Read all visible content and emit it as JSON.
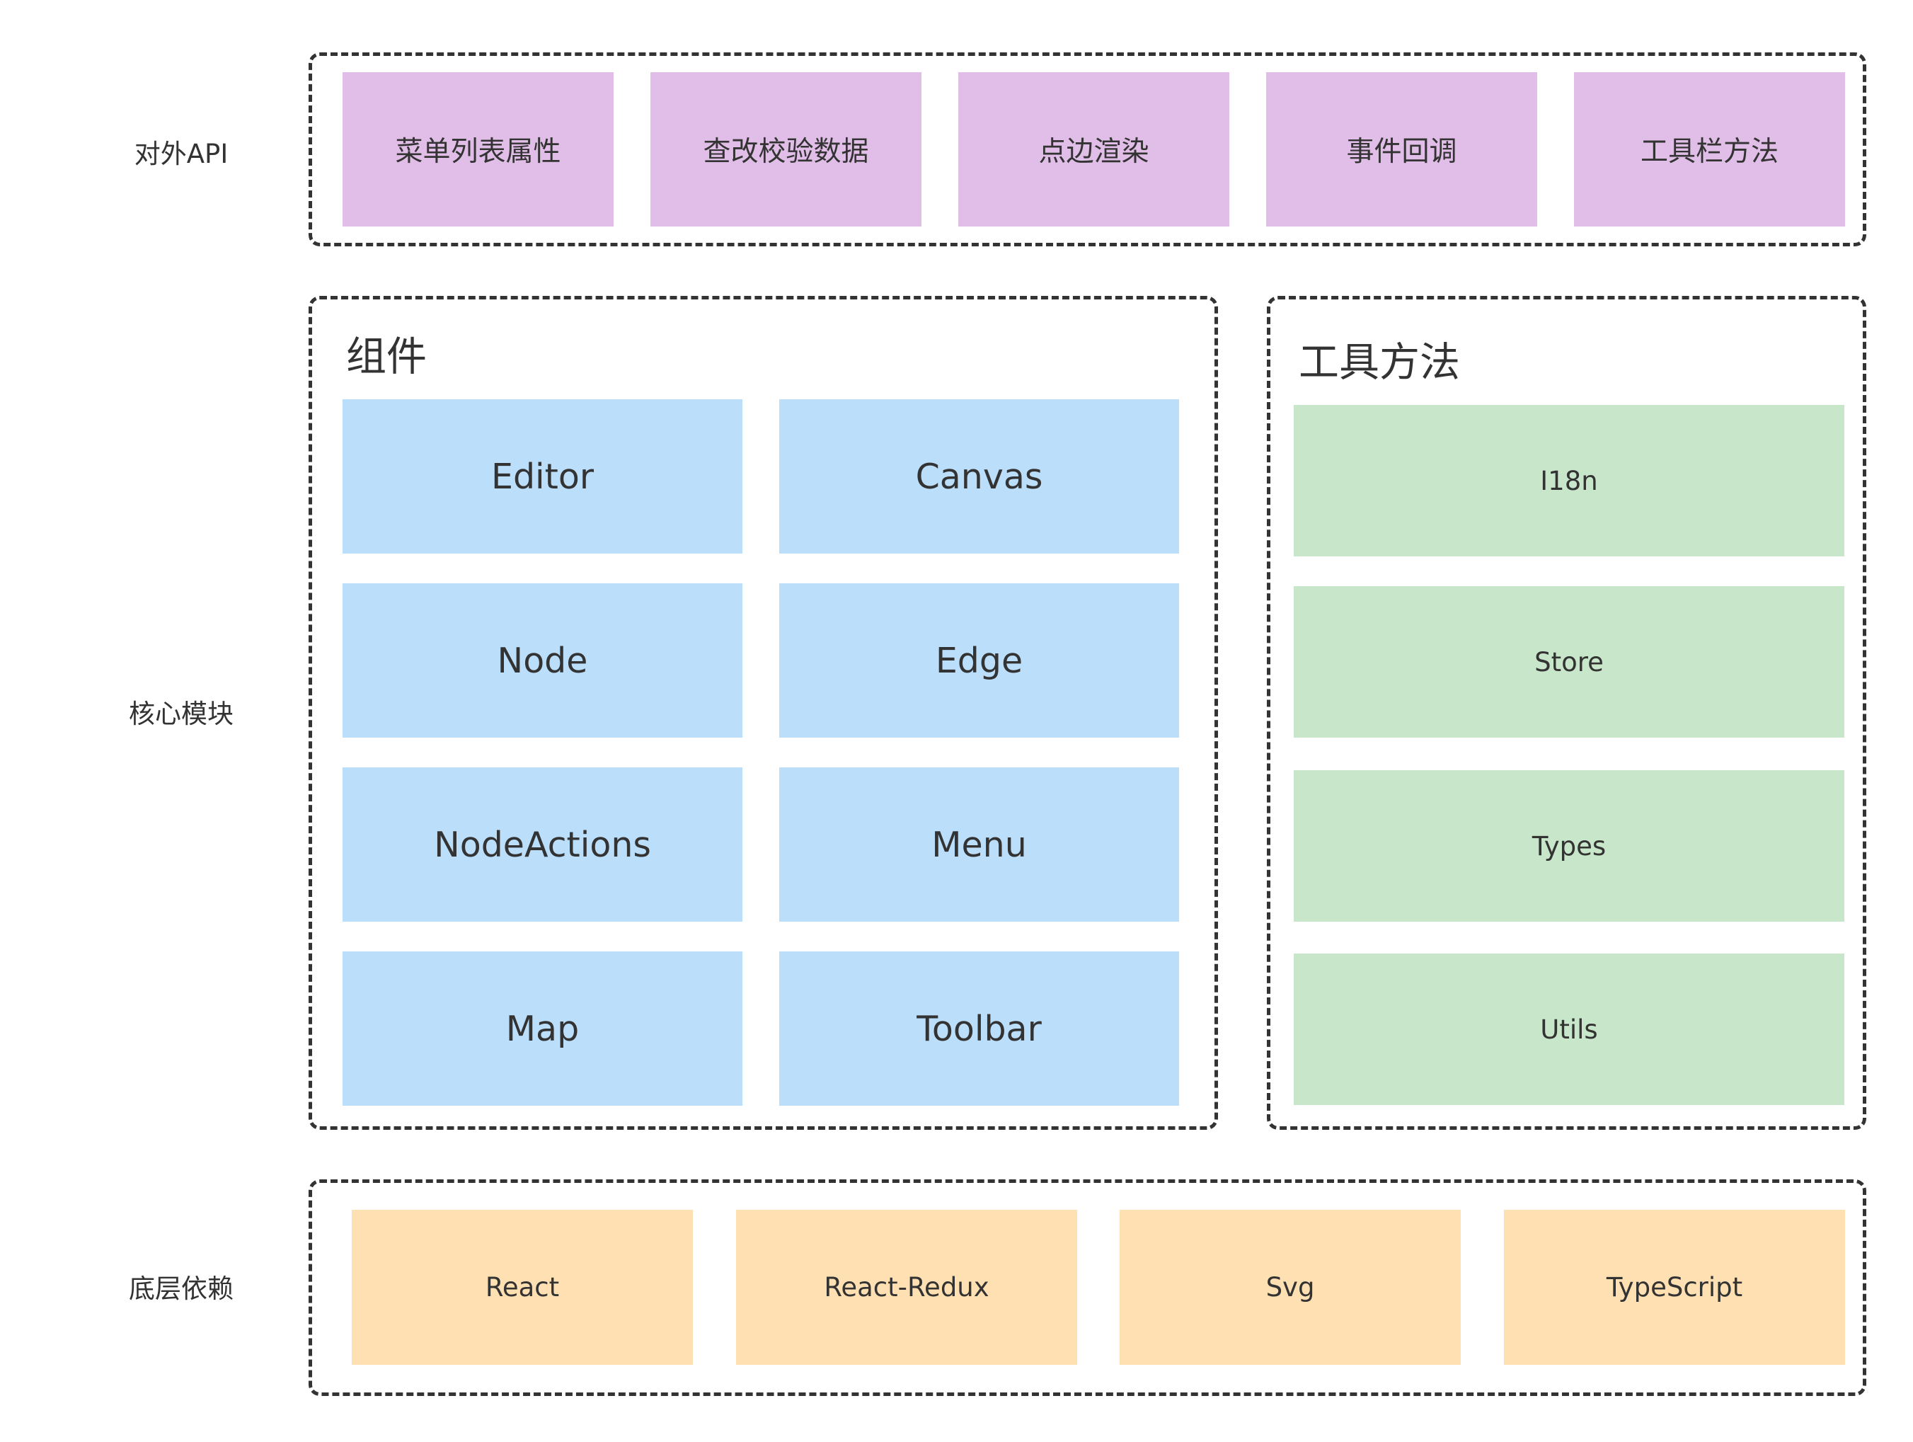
{
  "layers": {
    "api": {
      "label": "对外API",
      "items": [
        "菜单列表属性",
        "查改校验数据",
        "点边渲染",
        "事件回调",
        "工具栏方法"
      ]
    },
    "core": {
      "label": "核心模块",
      "components": {
        "title": "组件",
        "items": [
          "Editor",
          "Canvas",
          "Node",
          "Edge",
          "NodeActions",
          "Menu",
          "Map",
          "Toolbar"
        ]
      },
      "utilities": {
        "title": "工具方法",
        "items": [
          "I18n",
          "Store",
          "Types",
          "Utils"
        ]
      }
    },
    "deps": {
      "label": "底层依赖",
      "items": [
        "React",
        "React-Redux",
        "Svg",
        "TypeScript"
      ]
    }
  },
  "colors": {
    "api_fill": "#e1bee7",
    "component_fill": "#bbdefb",
    "utility_fill": "#c8e6c9",
    "dependency_fill": "#ffe0b2",
    "border": "#333333"
  }
}
